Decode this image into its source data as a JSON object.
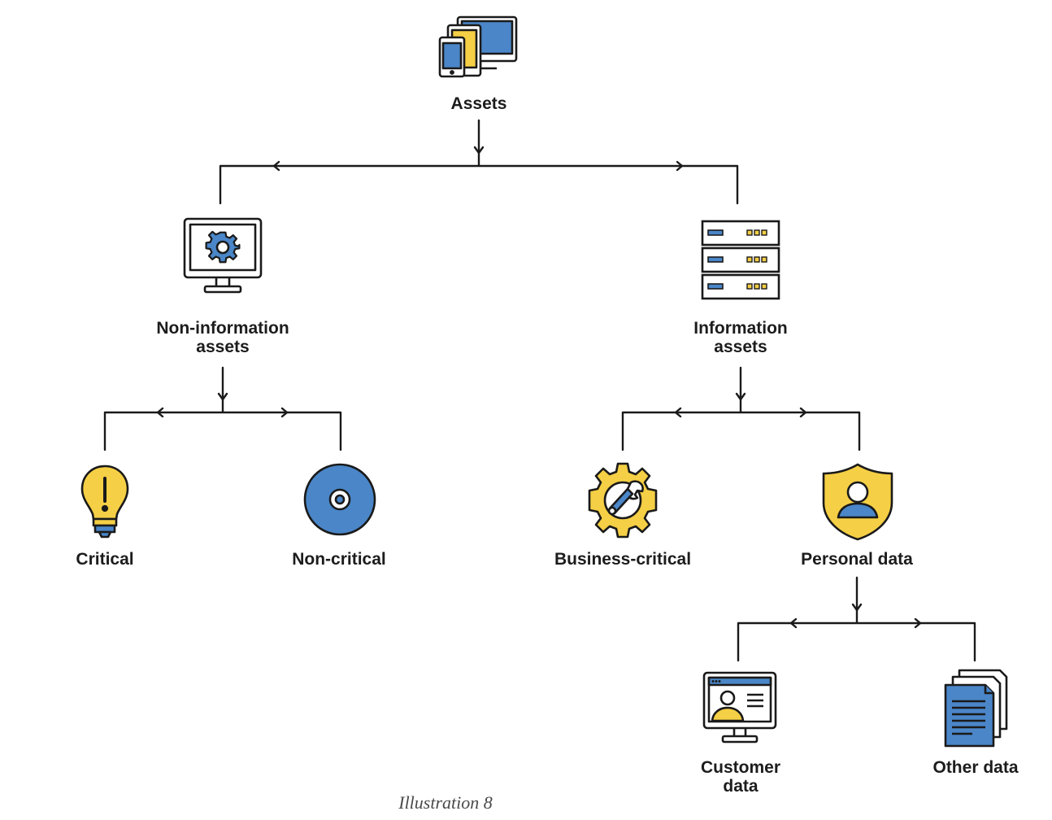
{
  "nodes": {
    "assets": "Assets",
    "non_information_assets": "Non-information\nassets",
    "information_assets": "Information\nassets",
    "critical": "Critical",
    "non_critical": "Non-critical",
    "business_critical": "Business-critical",
    "personal_data": "Personal data",
    "customer_data": "Customer\ndata",
    "other_data": "Other data"
  },
  "caption": "Illustration 8",
  "colors": {
    "line": "#1a1a1a",
    "blue": "#4a86c8",
    "yellow": "#f5cf45",
    "outline": "#1a1a1a"
  },
  "icons": {
    "assets": "devices-icon",
    "non_information_assets": "monitor-gear-icon",
    "information_assets": "server-rack-icon",
    "critical": "lightbulb-alert-icon",
    "non_critical": "disc-icon",
    "business_critical": "gear-wrench-icon",
    "personal_data": "shield-user-icon",
    "customer_data": "monitor-profile-icon",
    "other_data": "documents-icon"
  }
}
